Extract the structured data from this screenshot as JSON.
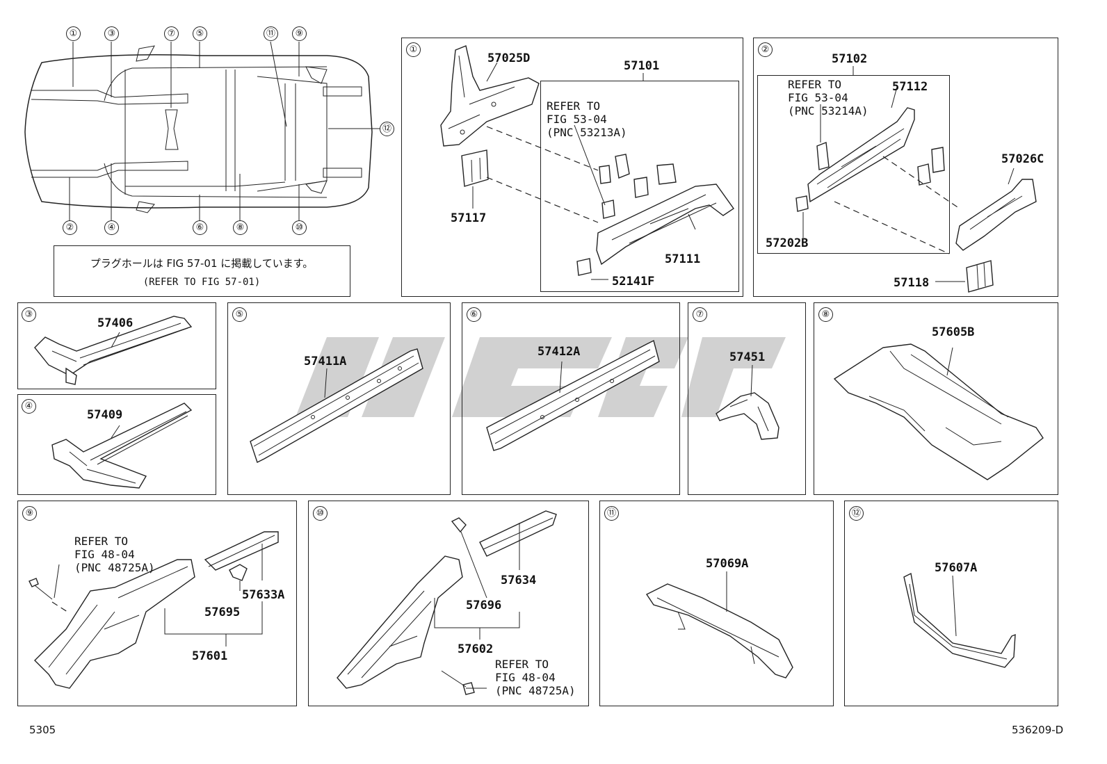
{
  "overview": {
    "callouts_top": [
      "①",
      "③",
      "⑦",
      "⑤",
      "⑪",
      "⑨"
    ],
    "callouts_bottom": [
      "②",
      "④",
      "⑥",
      "⑧",
      "⑩"
    ],
    "callout_right": "⑫",
    "note_jp": "プラグホールは FIG 57-01 に掲載しています。",
    "note_en": "(REFER TO FIG 57-01)"
  },
  "panels": {
    "p1": {
      "num": "①",
      "parts": {
        "a": "57025D",
        "b": "57101",
        "c": "57117",
        "d": "57111",
        "e": "52141F"
      },
      "refer": "REFER TO\nFIG 53-04\n(PNC 53213A)"
    },
    "p2": {
      "num": "②",
      "parts": {
        "a": "57102",
        "b": "57112",
        "c": "57026C",
        "d": "57202B",
        "e": "57118"
      },
      "refer": "REFER TO\nFIG 53-04\n(PNC 53214A)"
    },
    "p3": {
      "num": "③",
      "parts": {
        "a": "57406"
      }
    },
    "p4": {
      "num": "④",
      "parts": {
        "a": "57409"
      }
    },
    "p5": {
      "num": "⑤",
      "parts": {
        "a": "57411A"
      }
    },
    "p6": {
      "num": "⑥",
      "parts": {
        "a": "57412A"
      }
    },
    "p7": {
      "num": "⑦",
      "parts": {
        "a": "57451"
      }
    },
    "p8": {
      "num": "⑧",
      "parts": {
        "a": "57605B"
      }
    },
    "p9": {
      "num": "⑨",
      "parts": {
        "a": "57633A",
        "b": "57695",
        "c": "57601"
      },
      "refer": "REFER TO\nFIG 48-04\n(PNC 48725A)"
    },
    "p10": {
      "num": "⑩",
      "parts": {
        "a": "57634",
        "b": "57696",
        "c": "57602"
      },
      "refer": "REFER TO\nFIG 48-04\n(PNC 48725A)"
    },
    "p11": {
      "num": "⑪",
      "parts": {
        "a": "57069A"
      }
    },
    "p12": {
      "num": "⑫",
      "parts": {
        "a": "57607A"
      }
    }
  },
  "footer": {
    "left": "5305",
    "right": "536209-D"
  }
}
